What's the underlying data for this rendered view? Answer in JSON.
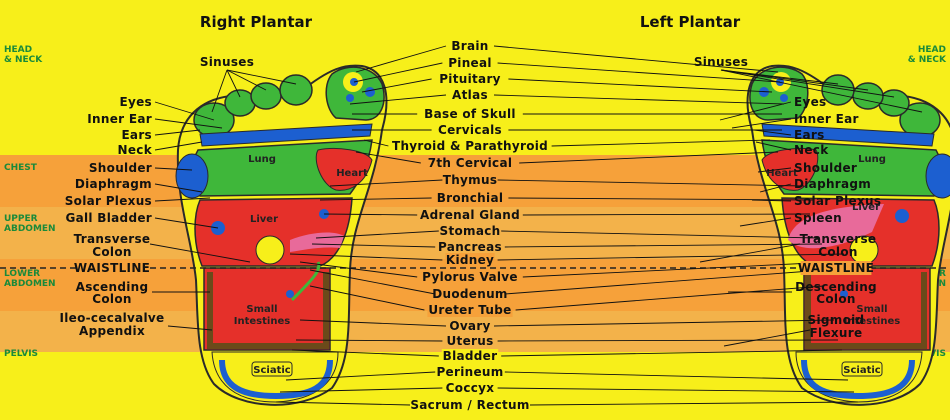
{
  "titles": {
    "right": "Right Plantar",
    "left": "Left Plantar"
  },
  "zones": {
    "head": [
      "HEAD",
      "& NECK"
    ],
    "chest": "CHEST",
    "upper": [
      "UPPER",
      "ABDOMEN"
    ],
    "lower": [
      "LOWER",
      "ABDOMEN"
    ],
    "pelvis": "PELVIS",
    "waistline": "WAISTLINE"
  },
  "center_labels": [
    "Brain",
    "Pineal",
    "Pituitary",
    "Atlas",
    "Base of Skull",
    "Cervicals",
    "Thyroid & Parathyroid",
    "7th Cervical",
    "Thymus",
    "Bronchial",
    "Adrenal Gland",
    "Stomach",
    "Pancreas",
    "Kidney",
    "Pylorus Valve",
    "Duodenum",
    "Ureter Tube",
    "Ovary",
    "Uterus",
    "Bladder",
    "Perineum",
    "Coccyx",
    "Sacrum / Rectum"
  ],
  "right_foot_labels": {
    "sinuses": "Sinuses",
    "list": [
      "Eyes",
      "Inner Ear",
      "Ears",
      "Neck",
      "Shoulder",
      "Diaphragm",
      "Solar Plexus",
      "Gall Bladder"
    ],
    "transverse": [
      "Transverse",
      "Colon"
    ],
    "ascending": [
      "Ascending",
      "Colon"
    ],
    "ileo": [
      "Ileo-cecalvalve",
      "Appendix"
    ]
  },
  "left_foot_labels": {
    "sinuses": "Sinuses",
    "list": [
      "Eyes",
      "Inner Ear",
      "Ears",
      "Neck",
      "Shoulder",
      "Diaphragm",
      "Solar Plexus",
      "Spleen"
    ],
    "transverse": [
      "Transverse",
      "Colon"
    ],
    "descending": [
      "Descending",
      "Colon"
    ],
    "sigmoid": [
      "Sigmoid",
      "Flexure"
    ]
  },
  "foot_text": {
    "lung": "Lung",
    "heart": "Heart",
    "liver": "Liver",
    "small": [
      "Small",
      "Intestines"
    ],
    "sciatic": "Sciatic"
  },
  "colors": {
    "background": "#f7ef1a",
    "band": "#f6a13a",
    "red": "#e5302a",
    "green": "#3fb73a",
    "blue": "#1c5fd0",
    "yellow": "#f7ef1a"
  }
}
